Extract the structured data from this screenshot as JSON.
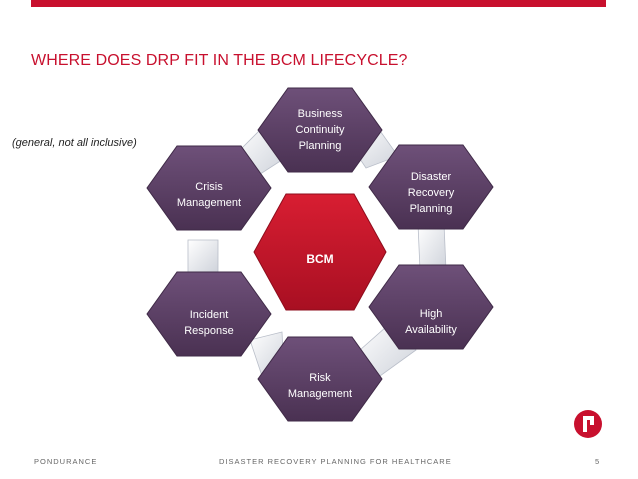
{
  "slide": {
    "title": "WHERE DOES DRP FIT IN THE BCM LIFECYCLE?",
    "note": "(general, not all inclusive)"
  },
  "diagram": {
    "center": "BCM",
    "hexagons": [
      {
        "line1": "Business",
        "line2": "Continuity",
        "line3": "Planning"
      },
      {
        "line1": "Disaster",
        "line2": "Recovery",
        "line3": "Planning"
      },
      {
        "line1": "High",
        "line2": "Availability"
      },
      {
        "line1": "Risk",
        "line2": "Management"
      },
      {
        "line1": "Incident",
        "line2": "Response"
      },
      {
        "line1": "Crisis",
        "line2": "Management"
      }
    ],
    "colors": {
      "center": "#c8102e",
      "outer": "#5c3f66",
      "connector": "#d9dce3"
    }
  },
  "footer": {
    "left": "PONDURANCE",
    "center": "DISASTER RECOVERY PLANNING FOR HEALTHCARE",
    "page": "5"
  },
  "logo": {
    "icon": "pondurance-logo-icon"
  }
}
